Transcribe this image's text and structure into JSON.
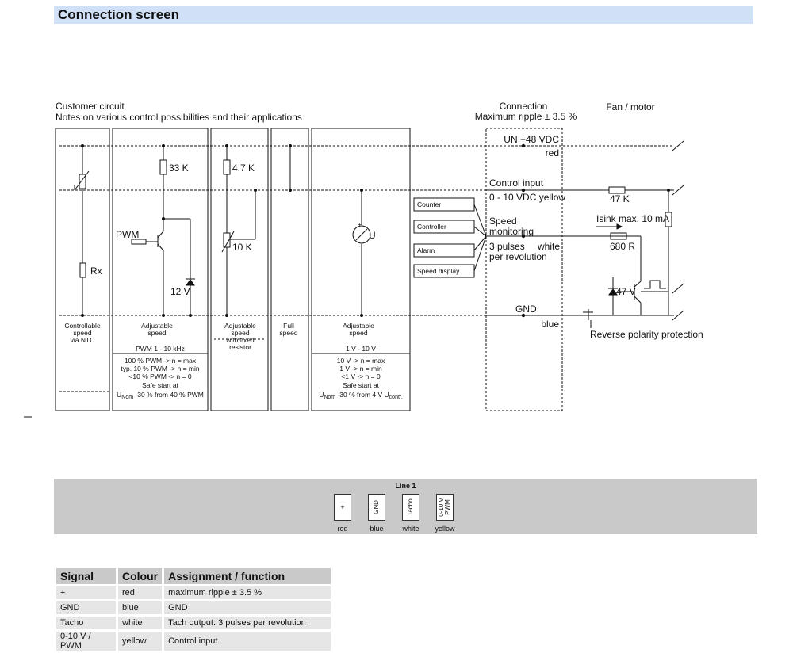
{
  "header": {
    "title": "Connection screen"
  },
  "diagram": {
    "customer_heading": "Customer circuit",
    "customer_subheading": "Notes on various control possibilities and their applications",
    "connection_heading": "Connection",
    "ripple_heading": "Maximum ripple ± 3.5 %",
    "fan_heading": "Fan / motor",
    "col1": {
      "r": "Rx",
      "desc": [
        "Controllable",
        "speed",
        "via NTC"
      ]
    },
    "col2": {
      "r": "33 K",
      "pwm": "PWM",
      "zener": "12 V",
      "desc": [
        "Adjustable",
        "speed"
      ],
      "freq": "PWM 1 - 10 kHz",
      "notes": [
        "100 % PWM -> n = max",
        "typ. 10 % PWM -> n = min",
        "<10 % PWM -> n = 0",
        "Safe start at"
      ],
      "safe": {
        "pre": "U",
        "sub": "Nom",
        "post": " -30 % from 40 % PWM"
      }
    },
    "col3": {
      "r1": "4.7 K",
      "r2": "10 K",
      "desc": [
        "Adjustable",
        "speed",
        "with fixed",
        "resistor"
      ]
    },
    "col4": {
      "desc": [
        "Full",
        "speed"
      ]
    },
    "col5": {
      "u": "U",
      "desc": [
        "Adjustable",
        "speed"
      ],
      "range": "1 V - 10 V",
      "notes": [
        "10 V -> n = max",
        "1 V -> n = min",
        "<1 V -> n = 0",
        "Safe start at"
      ],
      "safe": {
        "pre": "U",
        "sub": "Nom",
        "mid": " -30 % from 4 V U",
        "sub2": "contr."
      }
    },
    "devices": [
      "Counter",
      "Controller",
      "Alarm",
      "Speed display"
    ],
    "conn": {
      "un": "UN +48 VDC",
      "red": "red",
      "control_input": "Control input",
      "control_range": "0 - 10 VDC yellow",
      "speed_monitoring": [
        "Speed",
        "monitoring"
      ],
      "pulses": [
        "3 pulses",
        "per revolution"
      ],
      "white": "white",
      "gnd": "GND",
      "blue": "blue"
    },
    "fan": {
      "r47k": "47 K",
      "isink": "Isink max. 10 mA",
      "r680": "680 R",
      "z47": "47 V",
      "reverse": "Reverse polarity protection"
    }
  },
  "pins": {
    "line_label": "Line 1",
    "items": [
      {
        "name": "+",
        "colour": "red"
      },
      {
        "name": "GND",
        "colour": "blue"
      },
      {
        "name": "Tacho",
        "colour": "white"
      },
      {
        "name": "0-10 V\nPWM",
        "colour": "yellow"
      }
    ]
  },
  "table": {
    "headers": [
      "Signal",
      "Colour",
      "Assignment / function"
    ],
    "rows": [
      [
        "+",
        "red",
        "maximum ripple ± 3.5 %"
      ],
      [
        "GND",
        "blue",
        "GND"
      ],
      [
        "Tacho",
        "white",
        "Tach output: 3 pulses per revolution"
      ],
      [
        "0-10 V / PWM",
        "yellow",
        "Control input"
      ]
    ]
  }
}
